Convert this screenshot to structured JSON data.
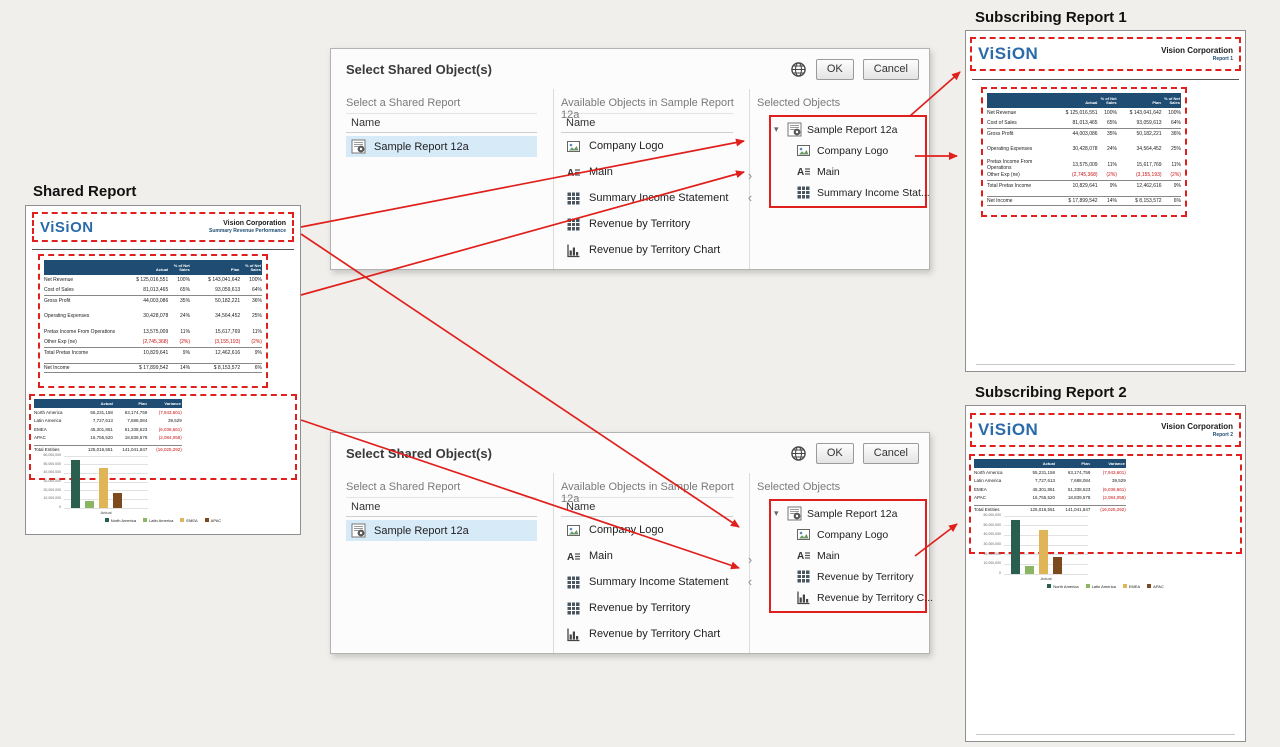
{
  "labels": {
    "shared_report": "Shared Report",
    "subscribing_report_1": "Subscribing Report 1",
    "subscribing_report_2": "Subscribing Report 2"
  },
  "colors": {
    "annotation_red": "#e0201c",
    "table_header_navy": "#1e4c72",
    "logo_blue": "#2b6ba8",
    "selected_row_blue": "#d7eaf7"
  },
  "dialog": {
    "title": "Select Shared Object(s)",
    "ok_label": "OK",
    "cancel_label": "Cancel",
    "select_report_label": "Select a Shared Report",
    "available_label": "Available Objects in Sample Report 12a",
    "selected_label": "Selected Objects",
    "name_header": "Name",
    "shuttle_right": "›",
    "shuttle_left": "‹",
    "tree_twisty": "▾",
    "report_row": {
      "label": "Sample Report 12a",
      "icon": "report-icon"
    },
    "available_objects": [
      {
        "label": "Company Logo",
        "icon": "image-icon"
      },
      {
        "label": "Main",
        "icon": "text-icon"
      },
      {
        "label": "Summary Income Statement",
        "icon": "grid-icon"
      },
      {
        "label": "Revenue by Territory",
        "icon": "grid-icon"
      },
      {
        "label": "Revenue by Territory Chart",
        "icon": "chart-icon"
      }
    ]
  },
  "dialog1_selected": {
    "root": {
      "label": "Sample Report 12a",
      "icon": "report-icon"
    },
    "children": [
      {
        "label": "Company Logo",
        "icon": "image-icon"
      },
      {
        "label": "Main",
        "icon": "text-icon"
      },
      {
        "label": "Summary Income Stat...",
        "icon": "grid-icon"
      }
    ]
  },
  "dialog2_selected": {
    "root": {
      "label": "Sample Report 12a",
      "icon": "report-icon"
    },
    "children": [
      {
        "label": "Company Logo",
        "icon": "image-icon"
      },
      {
        "label": "Main",
        "icon": "text-icon"
      },
      {
        "label": "Revenue by Territory",
        "icon": "grid-icon"
      },
      {
        "label": "Revenue by Territory C...",
        "icon": "chart-icon"
      }
    ]
  },
  "reports": {
    "logo_text": "ViSiON",
    "company": "Vision Corporation",
    "shared_subtitle": "Summary Revenue Performance",
    "report1_subtitle": "Report 1",
    "report2_subtitle": "Report 2"
  },
  "income_statement": {
    "columns": [
      "",
      "Actual",
      "% of Net Sales",
      "Plan",
      "% of Net Sales"
    ],
    "rows": [
      {
        "label": "Net Revenue",
        "actual": "$ 125,016,551",
        "pct1": "100%",
        "plan": "$ 143,041,642",
        "pct2": "100%"
      },
      {
        "label": "Cost of Sales",
        "actual": "81,013,465",
        "pct1": "65%",
        "plan": "93,059,613",
        "pct2": "64%"
      },
      {
        "label": "Gross Profit",
        "actual": "44,003,086",
        "pct1": "35%",
        "plan": "50,182,221",
        "pct2": "36%",
        "cls": "subtotal"
      },
      {
        "spacer": true
      },
      {
        "label": "Operating Expenses",
        "actual": "30,428,078",
        "pct1": "24%",
        "plan": "34,564,452",
        "pct2": "25%"
      },
      {
        "spacer": true
      },
      {
        "label": "Pretax Income From Operations",
        "actual": "13,575,009",
        "pct1": "11%",
        "plan": "15,617,769",
        "pct2": "11%"
      },
      {
        "label": "Other Exp (ne)",
        "actual": "(2,745,368)",
        "pct1": "(2%)",
        "plan": "(3,155,193)",
        "pct2": "(2%)"
      },
      {
        "label": "Total Pretax Income",
        "actual": "10,829,641",
        "pct1": "9%",
        "plan": "12,462,616",
        "pct2": "9%",
        "cls": "subtotal"
      },
      {
        "spacer": true
      },
      {
        "label": "Net Income",
        "actual": "$ 17,899,542",
        "pct1": "14%",
        "plan": "$ 8,153,572",
        "pct2": "6%",
        "cls": "total"
      }
    ]
  },
  "territory_table": {
    "columns": [
      "",
      "Actual",
      "Plan",
      "Variance"
    ],
    "rows": [
      {
        "label": "North America",
        "actual": "55,231,158",
        "plan": "63,174,759",
        "variance": "(7,943,601)"
      },
      {
        "label": "Latin America",
        "actual": "7,727,613",
        "plan": "7,688,084",
        "variance": "39,529"
      },
      {
        "label": "EMEA",
        "actual": "45,301,861",
        "plan": "51,338,623",
        "variance": "(6,036,661)"
      },
      {
        "label": "APAC",
        "actual": "16,755,520",
        "plan": "18,839,578",
        "variance": "(2,084,058)"
      },
      {
        "spacer": true
      },
      {
        "label": "Total Entities",
        "actual": "125,016,551",
        "plan": "141,041,847",
        "variance": "(16,025,292)",
        "cls": "total"
      }
    ]
  },
  "chart_data": {
    "type": "bar",
    "title": "Revenue by Territory Chart",
    "categories": [
      "North America",
      "Latin America",
      "EMEA",
      "APAC"
    ],
    "values": [
      55231158,
      7727613,
      45301861,
      16755520
    ],
    "series_colors": [
      "#2a5f50",
      "#8ab661",
      "#dfb558",
      "#7d4a1e"
    ],
    "xlabel": "Actual",
    "ylabel": "",
    "ylim": [
      0,
      60000000
    ],
    "yticks": [
      0,
      10000000,
      20000000,
      30000000,
      40000000,
      50000000,
      60000000
    ],
    "grid": true,
    "legend": [
      "North America",
      "Latin America",
      "EMEA",
      "APAC"
    ],
    "legend_position": "bottom"
  }
}
